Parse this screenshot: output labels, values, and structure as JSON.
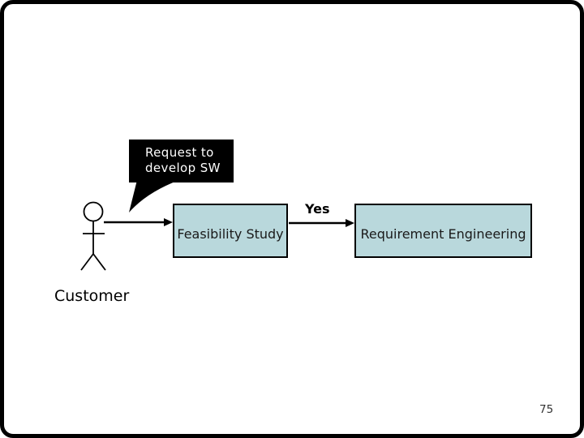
{
  "slide": {
    "page_number": "75"
  },
  "callout": {
    "lines": [
      "Request to",
      "develop SW"
    ]
  },
  "actor": {
    "label": "Customer"
  },
  "diagram": {
    "boxes": [
      {
        "label": "Feasibility Study"
      },
      {
        "label": "Requirement Engineering"
      }
    ],
    "arrows": [
      {
        "from": "customer",
        "to": "feasibility-study",
        "label": ""
      },
      {
        "from": "feasibility-study",
        "to": "requirement-engineering",
        "label": "Yes"
      }
    ]
  },
  "colors": {
    "box_fill": "#b9d8dc",
    "box_border": "#000000",
    "callout_bg": "#000000",
    "callout_text": "#ffffff",
    "line_color": "#000000",
    "slide_border": "#000000",
    "background": "#ffffff"
  }
}
